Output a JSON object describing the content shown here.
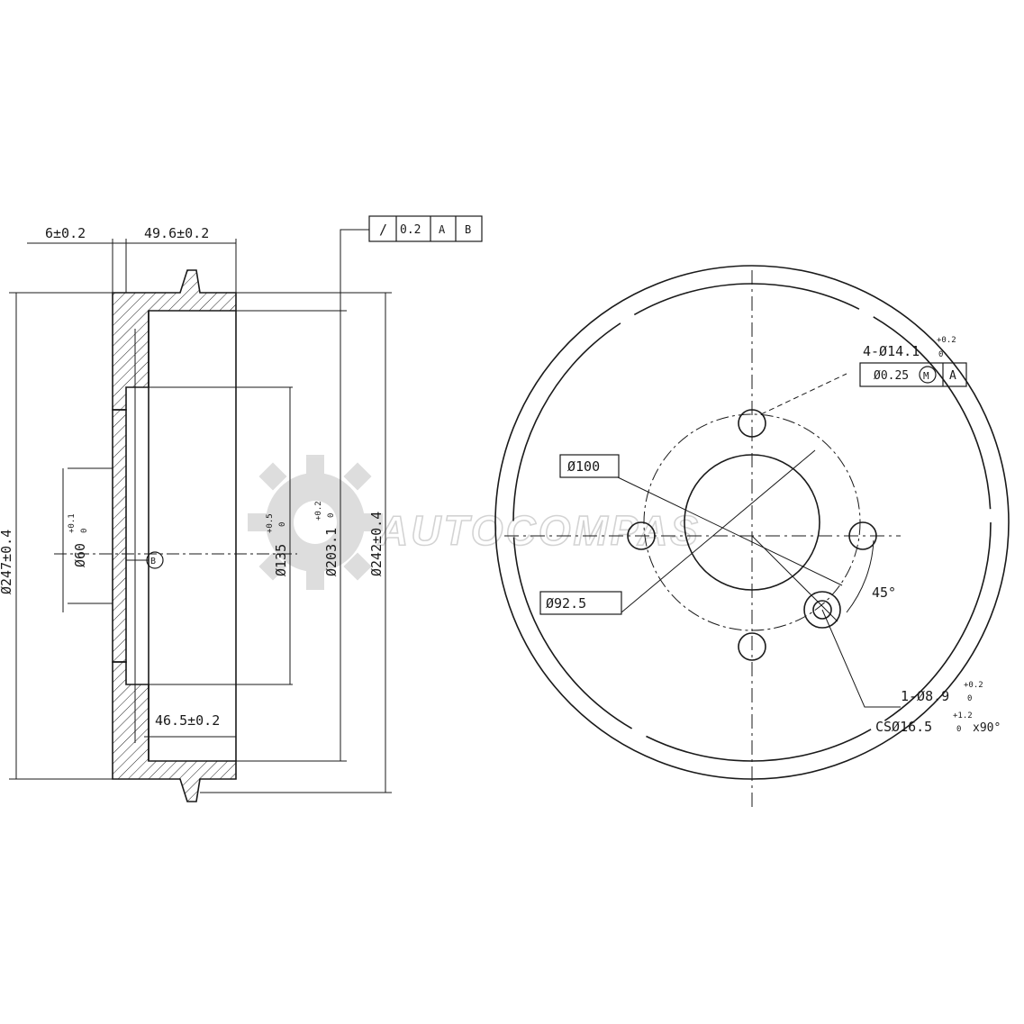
{
  "side_view": {
    "dim_flange_thickness": "6±0.2",
    "dim_total_depth": "49.6±0.2",
    "dim_inner_depth": "46.5±0.2",
    "dim_hub_bore": "Ø60",
    "dim_hub_bore_tol": "+0.1",
    "dim_hub_bore_tol_low": "0",
    "dim_bore_135": "Ø135",
    "dim_bore_135_tol": "+0.5",
    "dim_bore_135_tol_low": "0",
    "dim_bore_203": "Ø203.1",
    "dim_bore_203_tol": "+0.2",
    "dim_bore_203_tol_low": "0",
    "dim_outer_242": "Ø242±0.4",
    "dim_overall": "Ø247±0.4",
    "datum_b": "B",
    "fcf_symbol": "/",
    "fcf_value": "0.2",
    "fcf_datum_a": "A",
    "fcf_datum_b": "B"
  },
  "front_view": {
    "pcd": "Ø100",
    "center_bore": "Ø92.5",
    "angle": "45°",
    "bolt_holes": "4-Ø14.1",
    "bolt_holes_tol": "+0.2",
    "bolt_holes_tol_low": "0",
    "position_tol": "Ø0.25",
    "position_mod": "M",
    "position_datum": "A",
    "small_hole": "1-Ø8.9",
    "small_hole_tol": "+0.2",
    "small_hole_tol_low": "0",
    "countersink": "CSØ16.5",
    "countersink_tol": "+1.2",
    "countersink_tol_low": "0",
    "countersink_angle": "x90°"
  },
  "watermark": "AUTOCOMPAS"
}
